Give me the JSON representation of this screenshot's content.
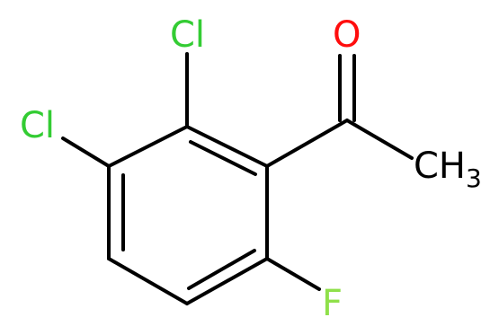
{
  "molecule": {
    "atoms": {
      "cl_top": {
        "symbol": "Cl",
        "color": "#33cc33"
      },
      "cl_left": {
        "symbol": "Cl",
        "color": "#33cc33"
      },
      "oxygen": {
        "symbol": "O",
        "color": "#ff0d0d"
      },
      "methyl": {
        "symbol": "CH",
        "subscript": "3",
        "color": "#000000"
      },
      "fluorine": {
        "symbol": "F",
        "color": "#8fe04a"
      }
    },
    "bond_color": "#000000",
    "background": "#ffffff"
  }
}
